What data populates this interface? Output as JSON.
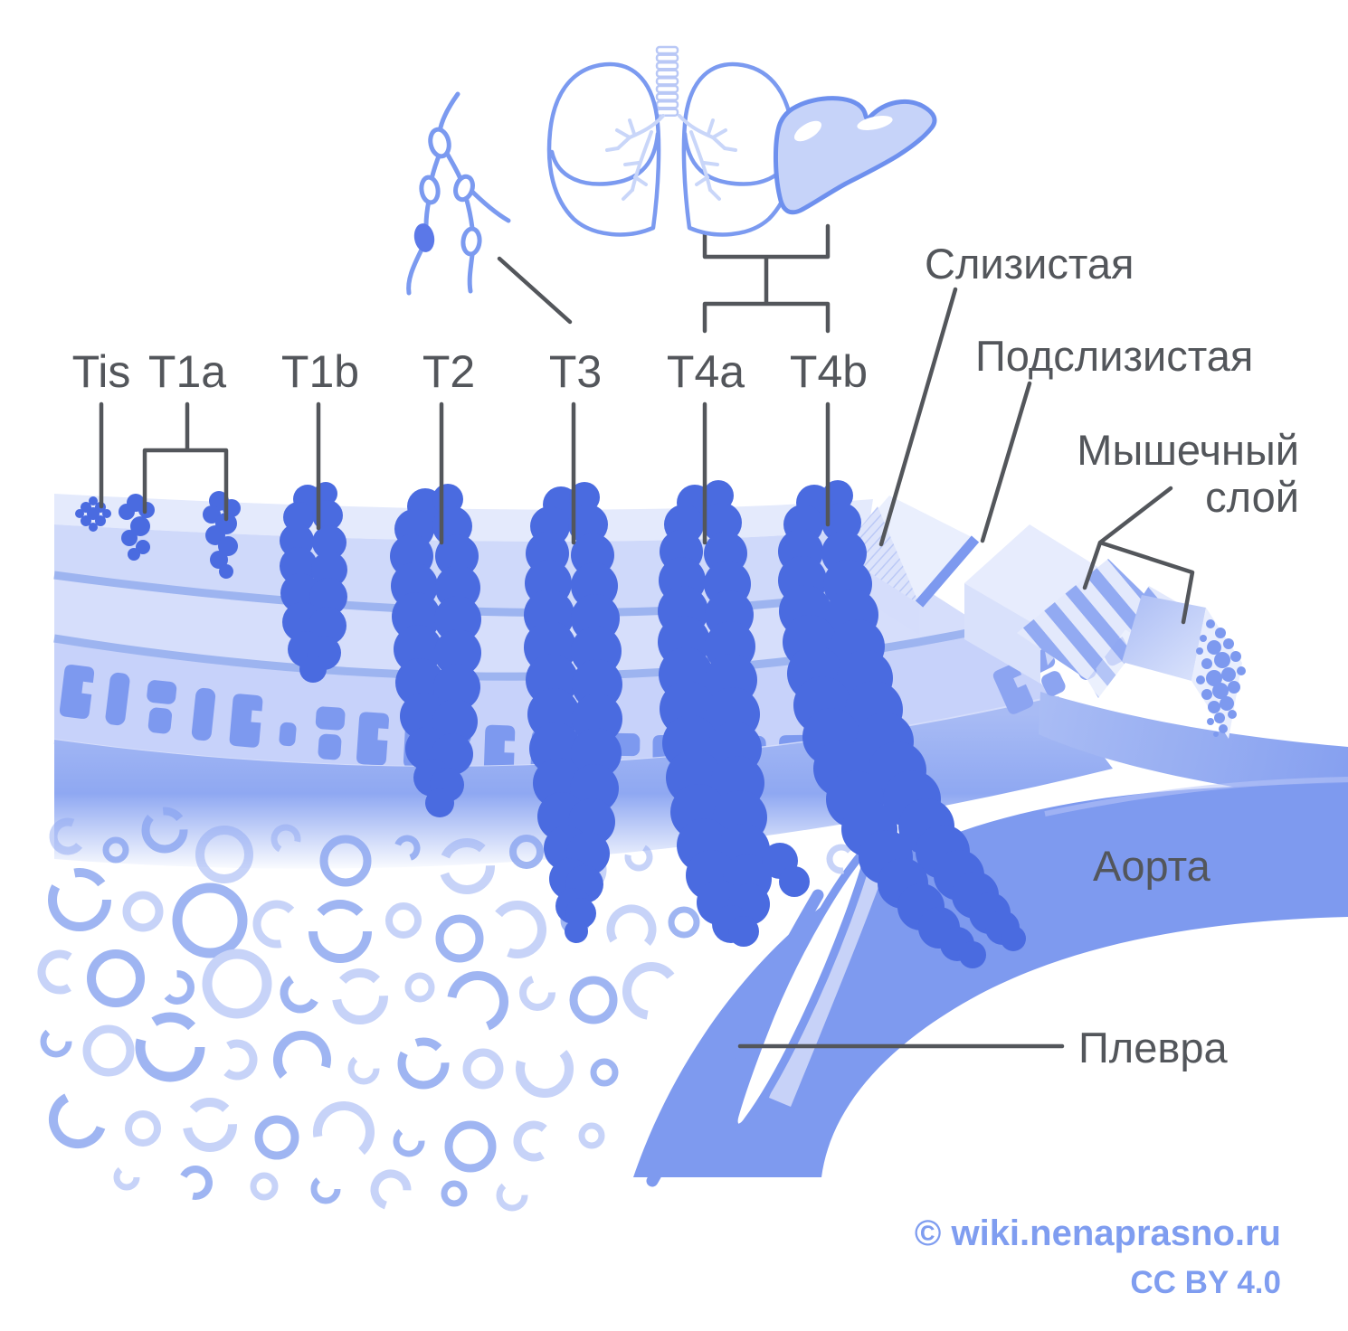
{
  "stages": {
    "tis": "Tis",
    "t1a": "T1a",
    "t1b": "T1b",
    "t2": "T2",
    "t3": "T3",
    "t4a": "T4a",
    "t4b": "T4b"
  },
  "layers": {
    "mucosa": "Слизистая",
    "submucosa": "Подслизистая",
    "muscle_line1": "Мышечный",
    "muscle_line2": "слой"
  },
  "structures": {
    "aorta": "Аорта",
    "pleura": "Плевра"
  },
  "icons": {
    "lymph_nodes": "lymph-nodes-icon",
    "lungs": "lungs-icon",
    "liver": "liver-icon"
  },
  "watermark": {
    "credit": "© wiki.nenaprasno.ru",
    "license": "CC BY 4.0"
  },
  "colors": {
    "tumor": "#4a6be0",
    "medium_blue": "#7d99ef",
    "aorta_blue": "#7e9aef",
    "light_blue": "#c7d2fa",
    "pale_blue": "#e4eafc",
    "label_gray": "#53565b",
    "watermark_blue": "#7f9df0"
  }
}
